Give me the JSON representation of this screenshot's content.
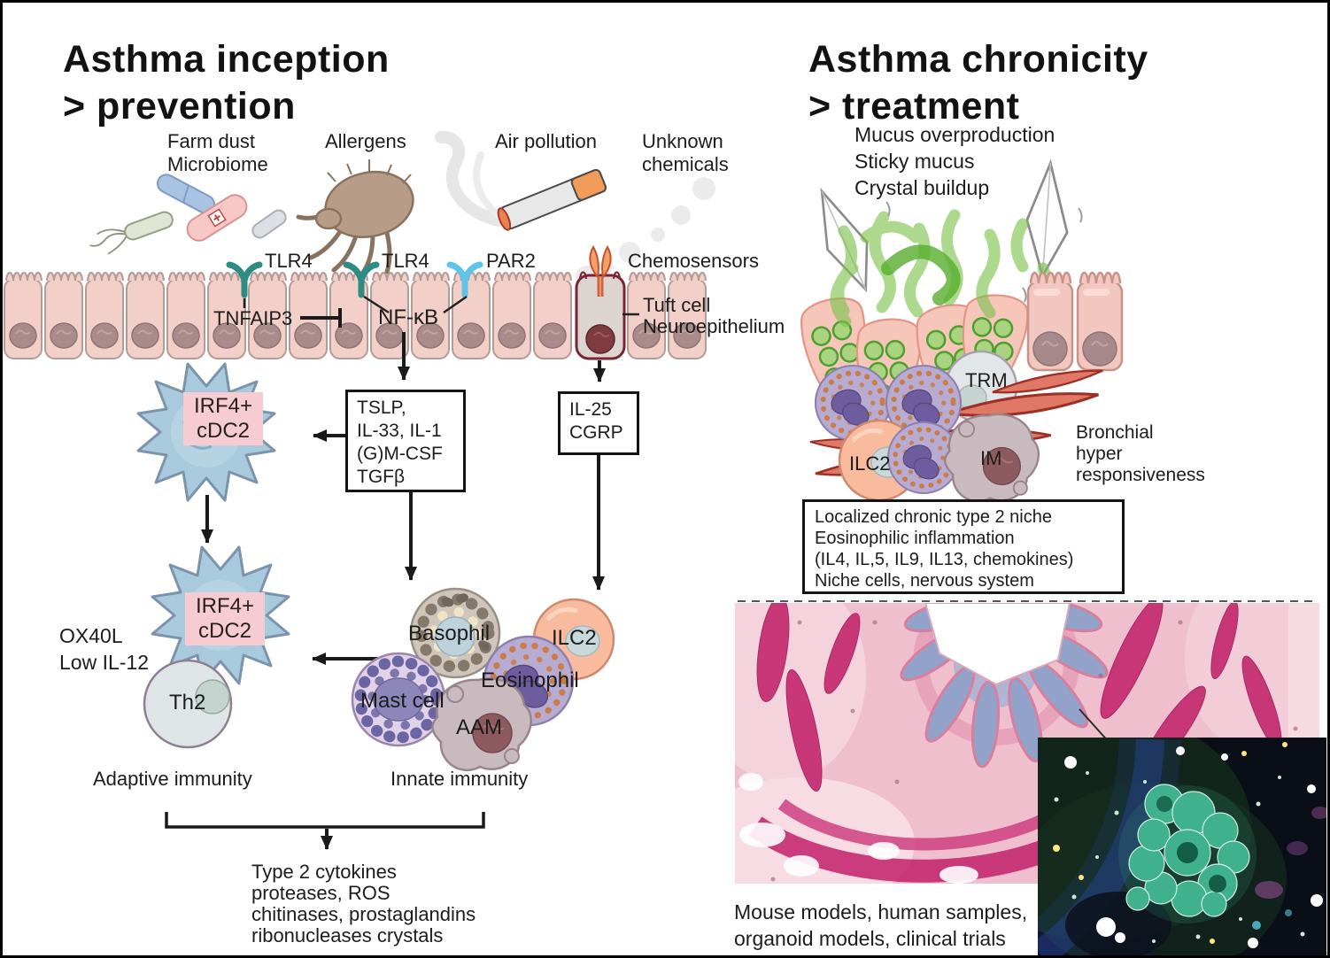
{
  "left": {
    "title": [
      "Asthma inception",
      "> prevention"
    ],
    "exposures": {
      "farm_dust": [
        "Farm dust",
        "Microbiome"
      ],
      "allergens": "Allergens",
      "air_pollution": "Air pollution",
      "unknown_chemicals": [
        "Unknown",
        "chemicals"
      ]
    },
    "receptors": {
      "tlr4_left": "TLR4",
      "tlr4_mid": "TLR4",
      "par2": "PAR2",
      "chemosensors": "Chemosensors"
    },
    "signaling": {
      "tnfaip3": "TNFAIP3",
      "nfkb": "NF-κB"
    },
    "tuft": [
      "Tuft cell",
      "Neuroepithelium"
    ],
    "alarmin_box": [
      "TSLP,",
      "IL-33, IL-1",
      "(G)M-CSF",
      "TGFβ"
    ],
    "tuft_box": [
      "IL-25",
      "CGRP"
    ],
    "dc_label": [
      "IRF4+",
      "cDC2"
    ],
    "dc_modifiers": [
      "OX40L",
      "Low IL-12"
    ],
    "cells": {
      "th2": "Th2",
      "basophil": "Basophil",
      "ilc2": "ILC2",
      "eosinophil": "Eosinophil",
      "mast": "Mast cell",
      "aam": "AAM"
    },
    "immunity": {
      "adaptive": "Adaptive immunity",
      "innate": "Innate immunity"
    },
    "outcome": [
      "Type 2 cytokines",
      "proteases, ROS",
      "chitinases, prostaglandins",
      "ribonucleases crystals"
    ]
  },
  "right": {
    "title": [
      "Asthma chronicity",
      "> treatment"
    ],
    "mucus": [
      "Mucus overproduction",
      "Sticky mucus",
      "Crystal buildup"
    ],
    "cells": {
      "trm": "TRM",
      "ilc2": "ILC2",
      "im": "IM"
    },
    "bronchial": [
      "Bronchial",
      "hyper",
      "responsiveness"
    ],
    "niche_box": [
      "Localized chronic type 2 niche",
      "Eosinophilic inflammation",
      "(IL4, IL,5, IL9, IL13, chemokines)",
      "Niche cells, nervous system"
    ],
    "models": [
      "Mouse models, human samples,",
      "organoid models, clinical trials"
    ]
  },
  "illustrations": [
    "bacteria-icons",
    "dust-mite-icon",
    "cigarette-smoke-icon",
    "chemical-particle-icons",
    "airway-epithelium",
    "tuft-cell",
    "tlr4-receptor",
    "par2-receptor",
    "chemosensor-receptor",
    "dendritic-cells",
    "th2-cell",
    "basophil-cell",
    "ilc2-cell",
    "eosinophil-cell",
    "mast-cell",
    "macrophage-cell",
    "goblet-cells-mucus",
    "crystals",
    "smooth-muscle",
    "histology-micrograph",
    "fluorescence-organoid-micrograph"
  ],
  "colors": {
    "epithelium": "#f2cfc8",
    "receptor_teal": "#2f8c82",
    "receptor_blue": "#5fc3ea",
    "receptor_orange": "#ef9354",
    "dc_blue": "#a8cadc",
    "label_pink": "#f7cbd2",
    "eosinophil": "#b7abd1",
    "mast": "#e2d2e8",
    "ilc2": "#f9bb9e",
    "basophil": "#cfc5ba",
    "macrophage": "#c9bac0",
    "th2": "#dfe5e7",
    "muscle_red": "#df7867",
    "mucus_green": "#7cc24a",
    "histology_pink": "#f0bfce",
    "histology_magenta": "#c42a70",
    "fluoro_bg": "#0a0e17",
    "organoid_teal": "#3fb28d",
    "text": "#1c1c1c"
  }
}
